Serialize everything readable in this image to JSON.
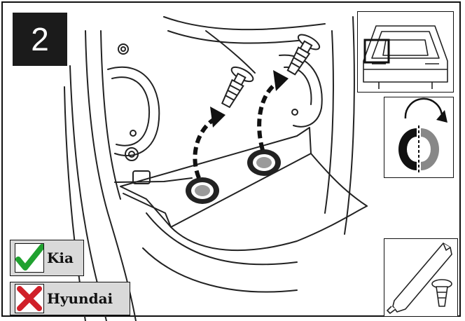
{
  "step": {
    "number": "2"
  },
  "vehicle_fit": {
    "compatible": {
      "label": "Kia",
      "icon": "check-icon",
      "color": "#1fa12f"
    },
    "incompatible": {
      "label": "Hyundai",
      "icon": "cross-icon",
      "color": "#d0202a"
    }
  },
  "insets": {
    "location": {
      "icon": "vehicle-rear-location-icon"
    },
    "direction": {
      "icon": "rotate-clip-icon"
    },
    "tool": {
      "icon": "trim-removal-tool-icon"
    }
  }
}
